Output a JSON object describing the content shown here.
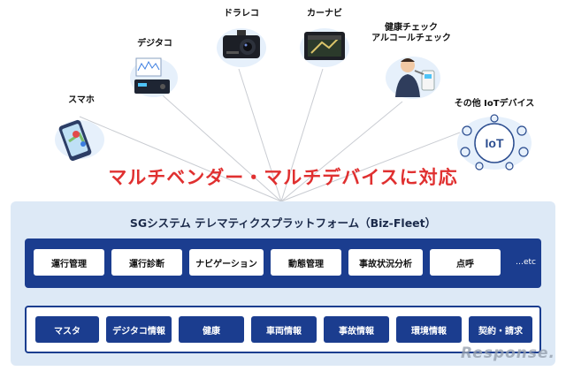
{
  "devices": [
    {
      "key": "smartphone",
      "label": "スマホ",
      "icon": "smartphone-map-icon"
    },
    {
      "key": "digitaco",
      "label": "デジタコ",
      "icon": "digital-tachograph-icon"
    },
    {
      "key": "dashcam",
      "label": "ドラレコ",
      "icon": "dashcam-icon"
    },
    {
      "key": "carnavi",
      "label": "カーナビ",
      "icon": "car-navigation-icon"
    },
    {
      "key": "health",
      "label_line1": "健康チェック",
      "label_line2": "アルコールチェック",
      "icon": "health-alcohol-check-icon"
    },
    {
      "key": "iot",
      "label": "その他 IoTデバイス",
      "icon": "iot-devices-icon",
      "iot_text": "IoT"
    }
  ],
  "headline": "マルチベンダー・マルチデバイスに対応",
  "platform": {
    "title": "SGシステム テレマティクスプラットフォーム（Biz-Fleet）",
    "services": [
      "運行管理",
      "運行診断",
      "ナビゲーション",
      "動態管理",
      "事故状況分析",
      "点呼"
    ],
    "services_more": "…etc",
    "data_items": [
      "マスタ",
      "デジタコ情報",
      "健康",
      "車両情報",
      "事故情報",
      "環境情報",
      "契約・請求"
    ]
  },
  "watermark": "Response.",
  "colors": {
    "accent_red": "#e03030",
    "navy": "#1b3d8f",
    "platform_bg": "#dde9f6",
    "ray": "#c9ccd2"
  }
}
